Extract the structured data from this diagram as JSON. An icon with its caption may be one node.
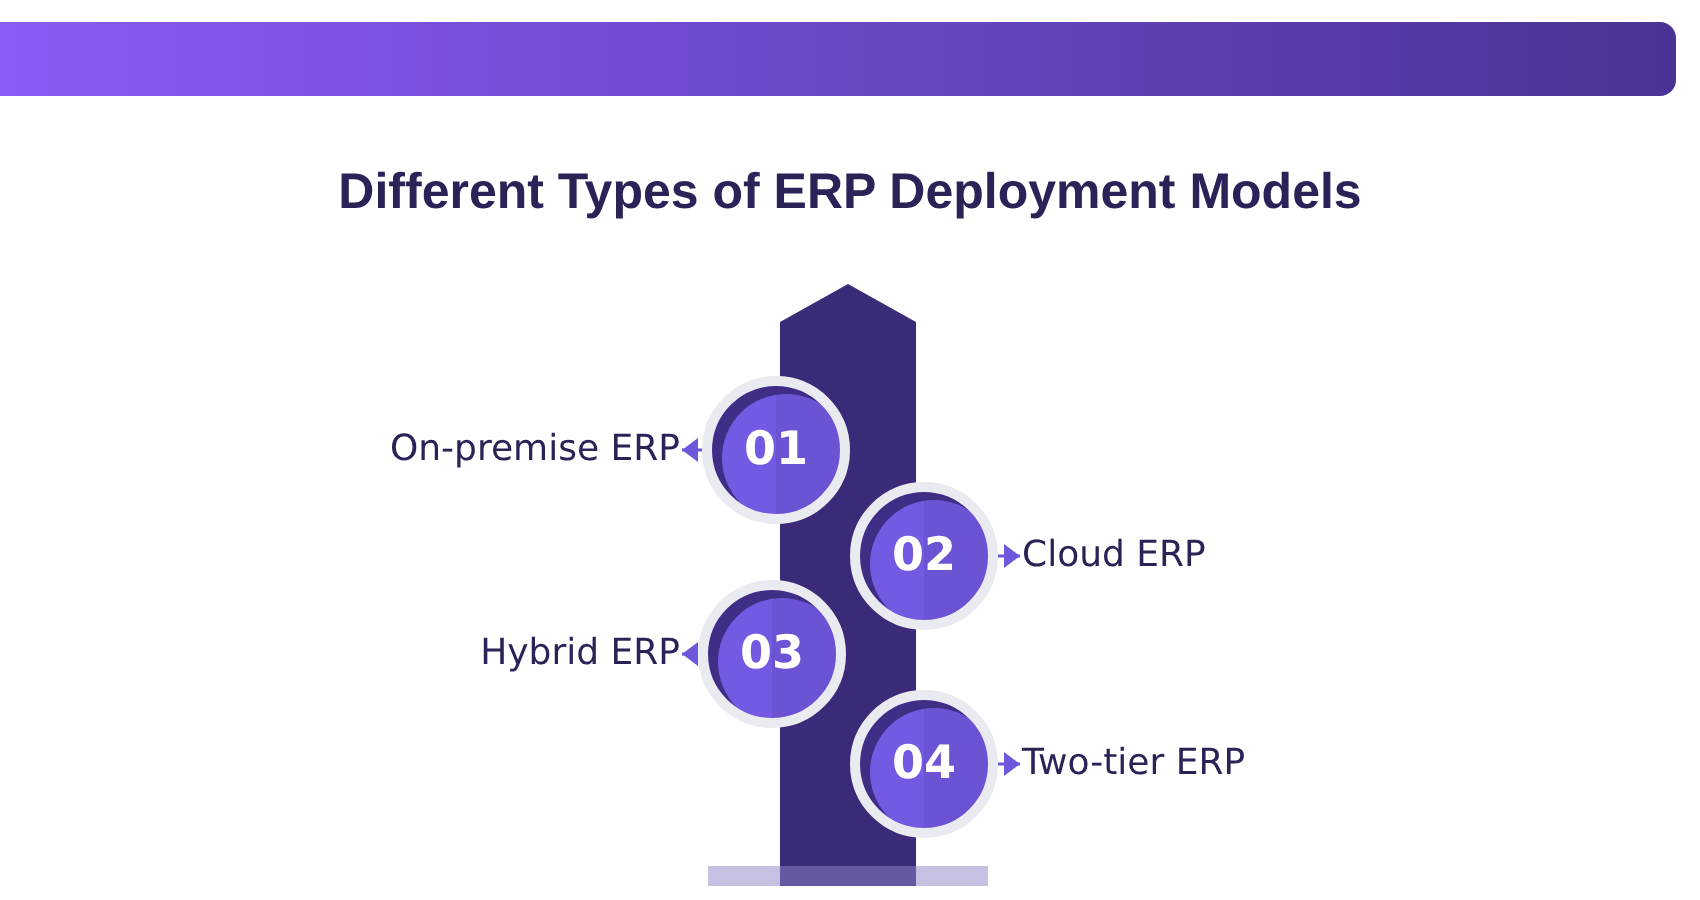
{
  "diagram": {
    "title": "Different Types of ERP Deployment Models",
    "nodes": [
      {
        "text": [
          "On-premise ERP"
        ]
      },
      {
        "text": [
          "01"
        ]
      },
      {
        "text": [
          "02"
        ]
      },
      {
        "text": [
          "Cloud ERP"
        ]
      },
      {
        "text": [
          "Hybrid ERP"
        ]
      },
      {
        "text": [
          "03"
        ]
      },
      {
        "text": [
          "04"
        ]
      },
      {
        "text": [
          "Two-tier ERP"
        ]
      }
    ],
    "edges": [
      {
        "from": 1,
        "to": 0,
        "arrow": "to"
      },
      {
        "from": 2,
        "to": 3,
        "arrow": "to"
      },
      {
        "from": 5,
        "to": 4,
        "arrow": "to"
      },
      {
        "from": 6,
        "to": 7,
        "arrow": "to"
      }
    ]
  }
}
